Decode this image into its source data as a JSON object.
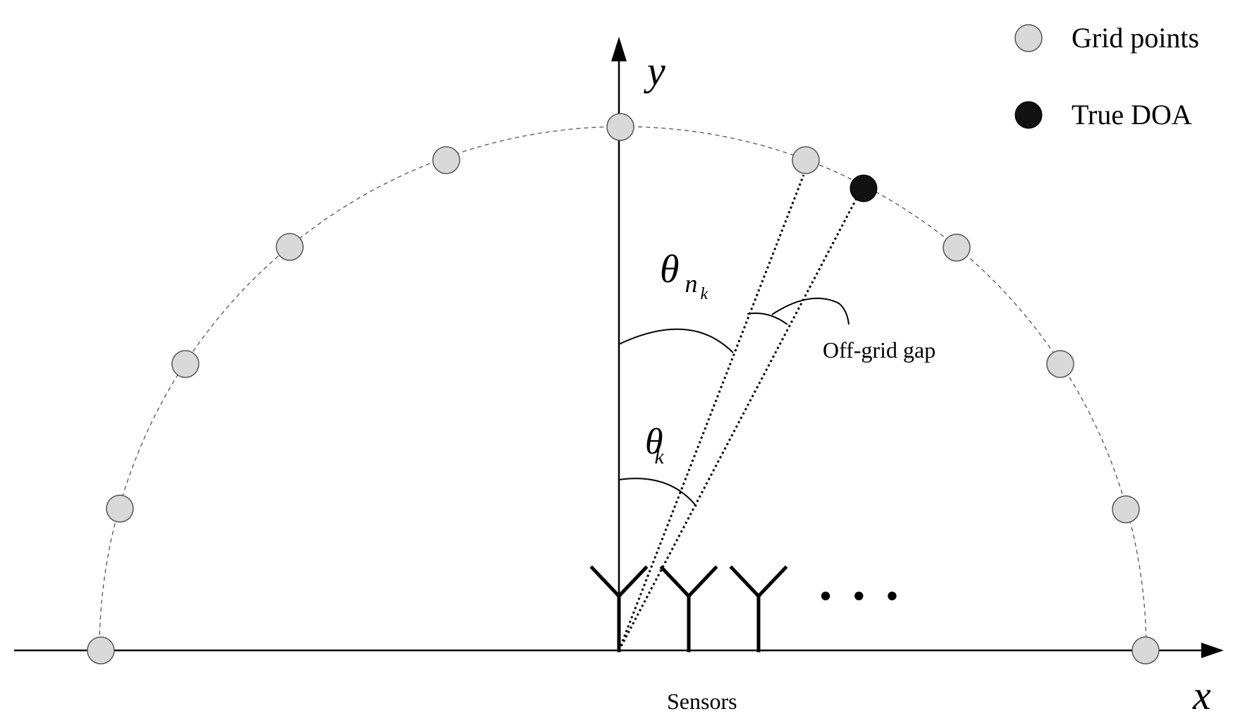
{
  "legend": {
    "grid_points_label": "Grid points",
    "true_doa_label": "True DOA"
  },
  "axes": {
    "x_label": "x",
    "y_label": "y"
  },
  "angles": {
    "theta_symbol": "θ",
    "theta_n_sub": "n",
    "theta_n_subsub": "k",
    "theta_k_sub": "k"
  },
  "annotations": {
    "off_grid_gap": "Off-grid gap",
    "sensors": "Sensors",
    "ellipsis": "• • •"
  },
  "colors": {
    "grid_point_fill": "#d9d9d9",
    "grid_point_stroke": "#555555",
    "true_doa_fill": "#111111",
    "line": "#000000",
    "arc_dashed": "#555555"
  },
  "icons": {
    "sensor": "antenna-icon"
  }
}
